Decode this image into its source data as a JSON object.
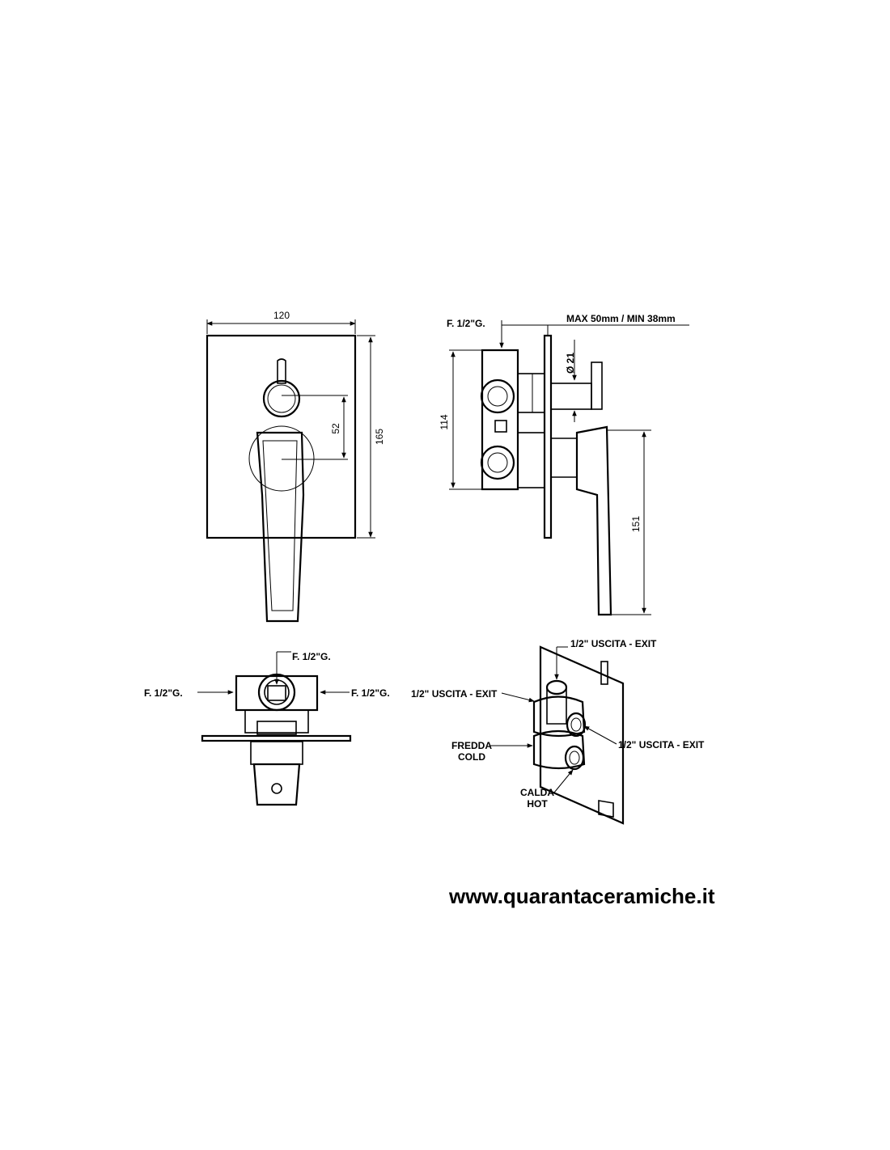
{
  "front_view": {
    "width_label": "120",
    "height_label": "165",
    "spacing_label": "52"
  },
  "side_view": {
    "connection_label": "F. 1/2\"G.",
    "depth_label": "MAX 50mm / MIN 38mm",
    "diameter_label": "Ø 21",
    "body_height_label": "114",
    "lever_height_label": "151"
  },
  "top_view": {
    "top_label": "F. 1/2\"G.",
    "left_label": "F. 1/2\"G.",
    "right_label": "F. 1/2\"G."
  },
  "iso_view": {
    "exit_top_label": "1/2\" USCITA - EXIT",
    "exit_left_label": "1/2\" USCITA - EXIT",
    "exit_right_label": "1/2\" USCITA - EXIT",
    "cold_label_it": "FREDDA",
    "cold_label_en": "COLD",
    "hot_label_it": "CALDA",
    "hot_label_en": "HOT"
  },
  "website": "www.quarantaceramiche.it"
}
